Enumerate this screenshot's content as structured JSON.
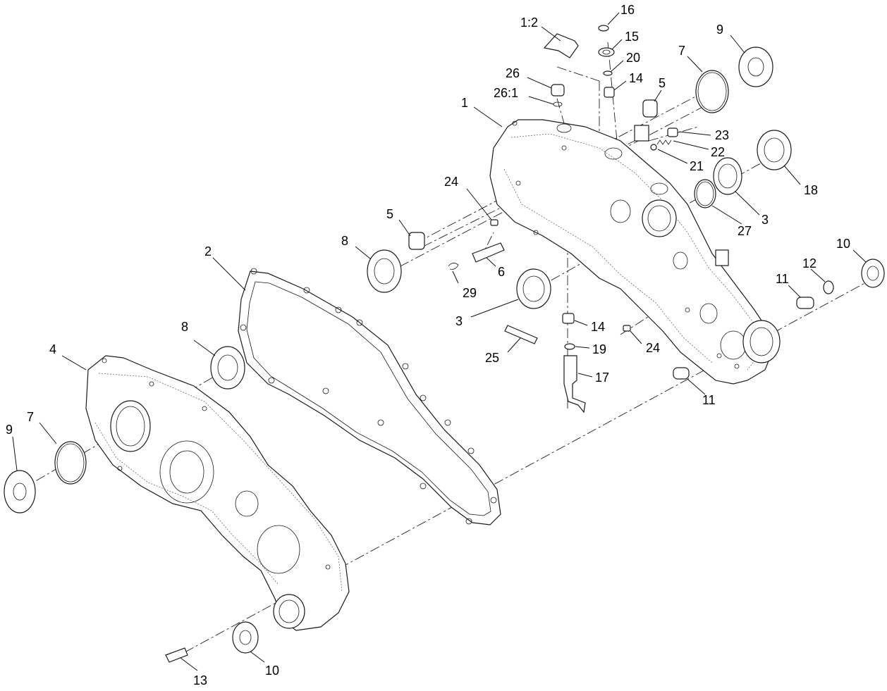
{
  "callouts": [
    {
      "label": "1:2"
    },
    {
      "label": "16"
    },
    {
      "label": "15"
    },
    {
      "label": "20"
    },
    {
      "label": "14"
    },
    {
      "label": "9"
    },
    {
      "label": "7"
    },
    {
      "label": "26"
    },
    {
      "label": "26:1"
    },
    {
      "label": "5"
    },
    {
      "label": "1"
    },
    {
      "label": "23"
    },
    {
      "label": "22"
    },
    {
      "label": "21"
    },
    {
      "label": "18"
    },
    {
      "label": "24"
    },
    {
      "label": "5"
    },
    {
      "label": "27"
    },
    {
      "label": "3"
    },
    {
      "label": "8"
    },
    {
      "label": "6"
    },
    {
      "label": "2"
    },
    {
      "label": "29"
    },
    {
      "label": "10"
    },
    {
      "label": "12"
    },
    {
      "label": "11"
    },
    {
      "label": "3"
    },
    {
      "label": "14"
    },
    {
      "label": "24"
    },
    {
      "label": "8"
    },
    {
      "label": "4"
    },
    {
      "label": "19"
    },
    {
      "label": "25"
    },
    {
      "label": "17"
    },
    {
      "label": "11"
    },
    {
      "label": "9"
    },
    {
      "label": "7"
    },
    {
      "label": "13"
    },
    {
      "label": "10"
    }
  ]
}
